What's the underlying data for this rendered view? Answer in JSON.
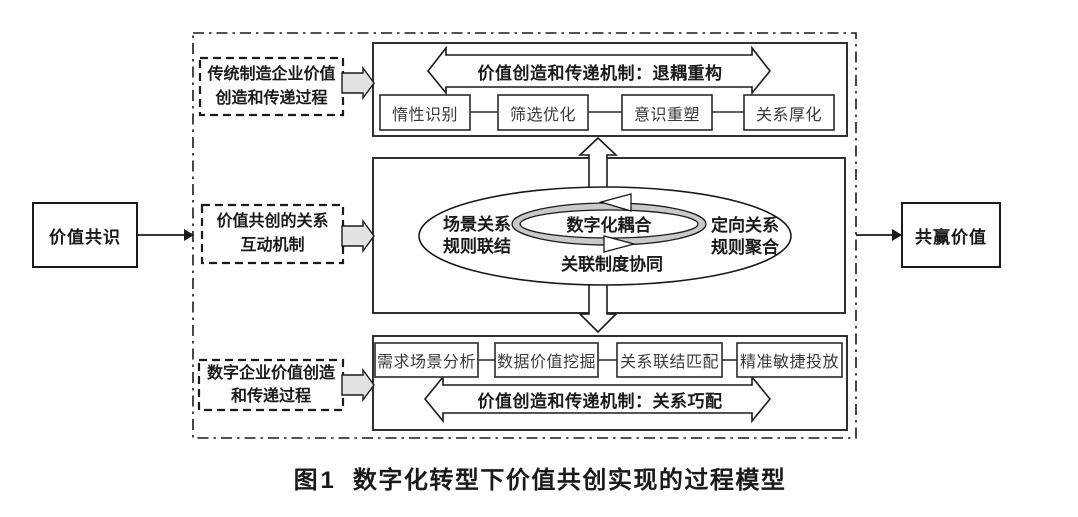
{
  "caption": {
    "prefix": "图1",
    "title": "数字化转型下价值共创实现的过程模型"
  },
  "nodes": {
    "input": "价值共识",
    "output": "共赢价值"
  },
  "stages": {
    "traditional": {
      "label": "传统制造企业价值\n创造和传递过程"
    },
    "interaction": {
      "label": "价值共创的关系\n互动机制"
    },
    "digital": {
      "label": "数字企业价值创造\n和传递过程"
    }
  },
  "decoupling": {
    "mechanism": "价值创造和传递机制：退耦重构",
    "steps": [
      "惰性识别",
      "筛选优化",
      "意识重塑",
      "关系厚化"
    ]
  },
  "coupling": {
    "scene": "场景关系\n规则联结",
    "core": "数字化耦合",
    "directed": "定向关系\n规则聚合",
    "institution": "关联制度协同"
  },
  "matching": {
    "mechanism": "价值创造和传递机制：关系巧配",
    "steps": [
      "需求场景分析",
      "数据价值挖掘",
      "关系联结匹配",
      "精准敏捷投放"
    ]
  },
  "colors": {
    "line": "#1a1a1a",
    "block_arrow_fill": "#e2e2e2",
    "ring_fill": "#c9c9c9",
    "background": "#ffffff"
  }
}
